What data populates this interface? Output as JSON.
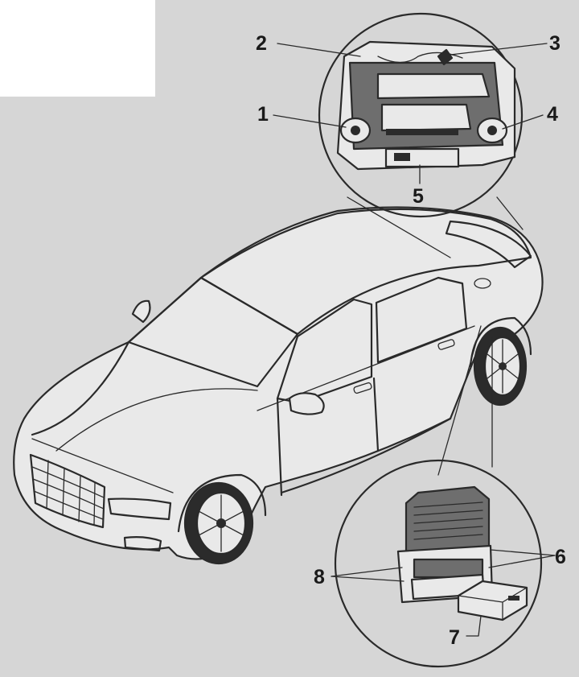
{
  "figure": {
    "background_color": "#d6d6d6",
    "line_color": "#2a2a2a",
    "detail_top": {
      "description_icon": "roof-console-detail",
      "callouts": [
        {
          "id": "c1",
          "label": "1"
        },
        {
          "id": "c2",
          "label": "2"
        },
        {
          "id": "c3",
          "label": "3"
        },
        {
          "id": "c4",
          "label": "4"
        },
        {
          "id": "c5",
          "label": "5"
        }
      ]
    },
    "detail_bottom": {
      "description_icon": "control-unit-detail",
      "callouts": [
        {
          "id": "c6",
          "label": "6"
        },
        {
          "id": "c7",
          "label": "7"
        },
        {
          "id": "c8",
          "label": "8"
        }
      ]
    },
    "main_icon": "car-isometric"
  }
}
